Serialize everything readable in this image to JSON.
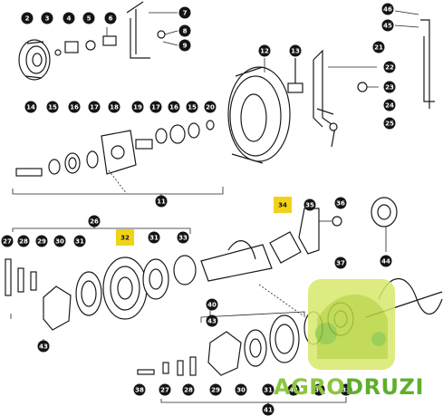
{
  "diagram": {
    "callouts": [
      {
        "label": "2"
      },
      {
        "label": "3"
      },
      {
        "label": "4"
      },
      {
        "label": "5"
      },
      {
        "label": "6"
      },
      {
        "label": "7"
      },
      {
        "label": "8"
      },
      {
        "label": "9"
      },
      {
        "label": "12"
      },
      {
        "label": "13"
      },
      {
        "label": "46"
      },
      {
        "label": "45"
      },
      {
        "label": "21"
      },
      {
        "label": "22"
      },
      {
        "label": "23"
      },
      {
        "label": "24"
      },
      {
        "label": "25"
      },
      {
        "label": "14"
      },
      {
        "label": "15"
      },
      {
        "label": "16"
      },
      {
        "label": "17"
      },
      {
        "label": "18"
      },
      {
        "label": "19"
      },
      {
        "label": "17"
      },
      {
        "label": "16"
      },
      {
        "label": "15"
      },
      {
        "label": "20"
      },
      {
        "label": "11"
      },
      {
        "label": "26"
      },
      {
        "label": "34",
        "highlight": true
      },
      {
        "label": "35"
      },
      {
        "label": "36"
      },
      {
        "label": "27"
      },
      {
        "label": "28"
      },
      {
        "label": "29"
      },
      {
        "label": "30"
      },
      {
        "label": "31"
      },
      {
        "label": "32",
        "highlight": true
      },
      {
        "label": "31"
      },
      {
        "label": "33"
      },
      {
        "label": "37"
      },
      {
        "label": "44"
      },
      {
        "label": "43"
      },
      {
        "label": "40"
      },
      {
        "label": "43"
      },
      {
        "label": "38"
      },
      {
        "label": "27"
      },
      {
        "label": "28"
      },
      {
        "label": "29"
      },
      {
        "label": "30"
      },
      {
        "label": "31"
      },
      {
        "label": "42"
      },
      {
        "label": "31"
      },
      {
        "label": "33"
      },
      {
        "label": "41"
      }
    ]
  },
  "watermark": {
    "part1": "AGRO",
    "part2": "DRUZI",
    "colors": {
      "light": "#8cc63e",
      "dark": "#5fae2e",
      "badge": "#d8e86a"
    }
  }
}
